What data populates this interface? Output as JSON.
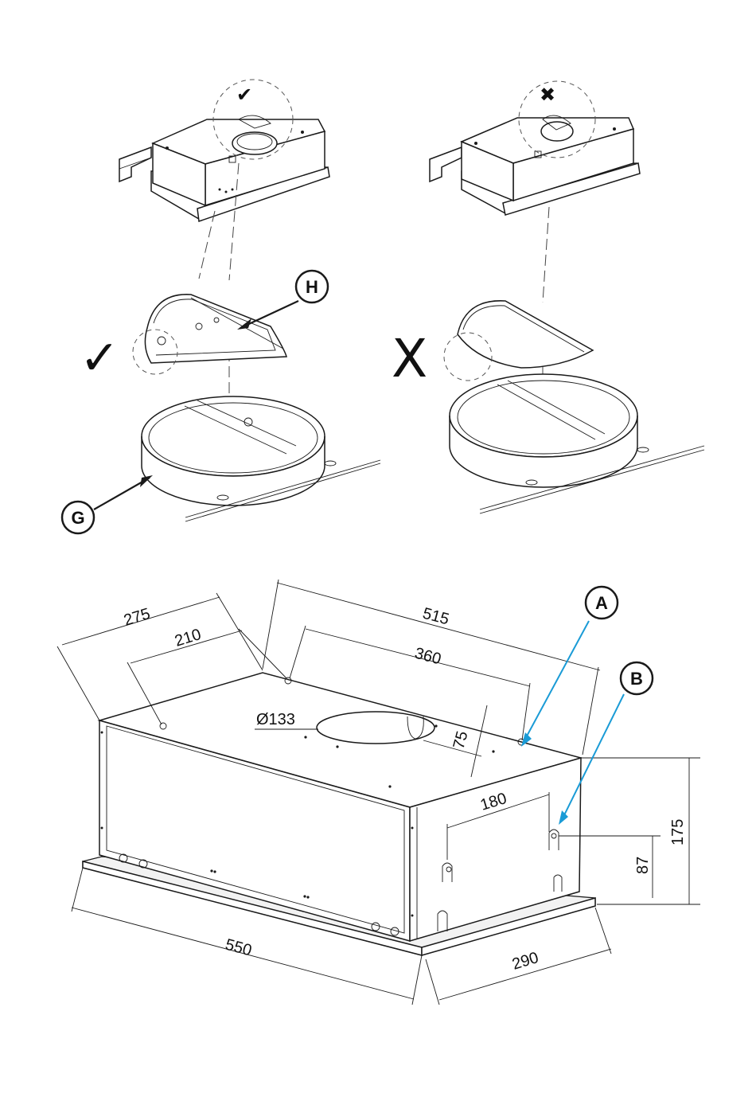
{
  "top_left": {
    "verdict": "correct",
    "check_glyph": "✔",
    "big_check_glyph": "✓",
    "callout_h": "H",
    "callout_g": "G"
  },
  "top_right": {
    "verdict": "incorrect",
    "cross_glyph": "✖",
    "big_cross_glyph": "X"
  },
  "dimensions": {
    "depth_overall": "275",
    "depth_holes": "210",
    "width_top": "515",
    "holes_spacing": "360",
    "outlet_diameter": "Ø133",
    "outlet_offset": "75",
    "side_holes": "180",
    "height": "175",
    "side_hole_height": "87",
    "width_bottom": "550",
    "depth_bottom": "290"
  },
  "callouts": {
    "a": "A",
    "b": "B"
  },
  "colors": {
    "line": "#1a1a1a",
    "leader_blue": "#1a9bd6",
    "background": "#ffffff"
  }
}
